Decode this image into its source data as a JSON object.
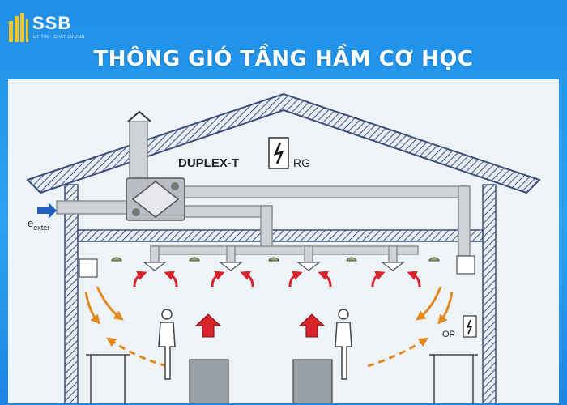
{
  "logo": {
    "name": "SSB",
    "tagline": "UY TÍN · CHẤT LƯỢNG"
  },
  "title": "THÔNG GIÓ TẦNG HẦM CƠ HỌC",
  "diagram": {
    "unit_label": "DUPLEX-T",
    "rg_label": "RG",
    "exter_label_main": "e",
    "exter_label_sub": "exter",
    "op_label": "OP"
  },
  "colors": {
    "background": "#1f8fe6",
    "wall": "#3b4f7a",
    "duct": "#cfd3d8",
    "supply_arrow": "#d8232a",
    "exhaust_arrow": "#e28a1e",
    "intake_arrow": "#1f5fbf"
  }
}
